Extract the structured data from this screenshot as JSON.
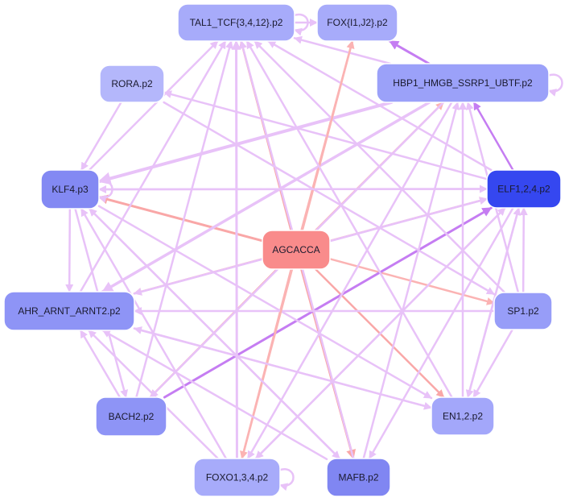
{
  "colors": {
    "center": "#f98b8b",
    "edge_pink": "#fbb3b3",
    "edge_lilac": "#e8c2f8",
    "edge_violet": "#c57df2",
    "edge_salmon": "#f9a7a7",
    "node_light": "#b0b4fb",
    "node_mid": "#9aa0f9",
    "node_deep": "#8086f2",
    "node_strong": "#3548f0"
  },
  "network": {
    "center": {
      "id": "agcacca",
      "label": "AGCACCA"
    },
    "nodes": [
      {
        "id": "tal1",
        "label": "TAL1_TCF{3,4,12}.p2",
        "color": "#a7abfa"
      },
      {
        "id": "fox",
        "label": "FOX{I1,J2}.p2",
        "color": "#a7abfa"
      },
      {
        "id": "hbp1",
        "label": "HBP1_HMGB_SSRP1_UBTF.p2",
        "color": "#9ba1f9"
      },
      {
        "id": "rora",
        "label": "RORA.p2",
        "color": "#b4b7fb"
      },
      {
        "id": "klf4",
        "label": "KLF4.p3",
        "color": "#8389f3"
      },
      {
        "id": "elf1",
        "label": "ELF1,2,4.p2",
        "color": "#3547f0"
      },
      {
        "id": "ahr",
        "label": "AHR_ARNT_ARNT2.p2",
        "color": "#8e94f6"
      },
      {
        "id": "sp1",
        "label": "SP1.p2",
        "color": "#979df8"
      },
      {
        "id": "bach2",
        "label": "BACH2.p2",
        "color": "#8e94f6"
      },
      {
        "id": "en1",
        "label": "EN1,2.p2",
        "color": "#a3a7fa"
      },
      {
        "id": "foxo",
        "label": "FOXO1,3,4.p2",
        "color": "#a7abfa"
      },
      {
        "id": "mafb",
        "label": "MAFB.p2",
        "color": "#8086f2"
      }
    ]
  }
}
